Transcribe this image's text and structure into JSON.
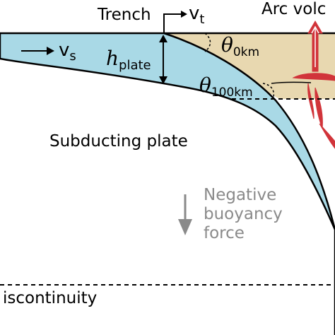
{
  "labels": {
    "trench": "Trench",
    "vt_main": "v",
    "vt_sub": "t",
    "arc_volcano": "Arc volc",
    "vs_main": "v",
    "vs_sub": "s",
    "hplate_main": "h",
    "hplate_sub": "plate",
    "theta0_main": "θ",
    "theta0_sub": "0km",
    "theta100_main": "θ",
    "theta100_sub": "100km",
    "subducting_plate": "Subducting plate",
    "negative_line1": "Negative",
    "negative_line2": "buoyancy",
    "negative_line3": "force",
    "discontinuity": "iscontinuity"
  },
  "colors": {
    "plate_fill": "#a9d9e6",
    "wedge_fill": "#e8d8b0",
    "magma": "#d1343a",
    "grey_text": "#8a8a8a",
    "outline": "#000000"
  }
}
